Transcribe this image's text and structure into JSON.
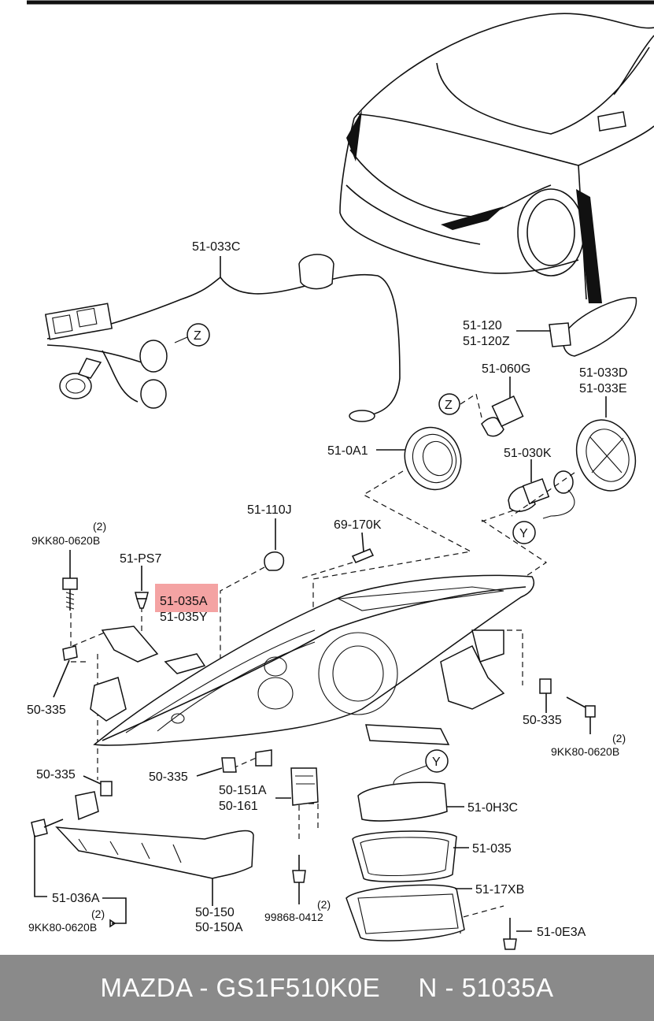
{
  "labels": {
    "harness": "51-033C",
    "callout_z_top": "Z",
    "side_lamp_1": "51-120",
    "side_lamp_2": "51-120Z",
    "bulb_060g": "51-060G",
    "socket_d": "51-033D",
    "socket_e": "51-033E",
    "callout_z_mid": "Z",
    "cap_0a1": "51-0A1",
    "bulb_030k": "51-030K",
    "callout_y_mid": "Y",
    "bulb_110j": "51-110J",
    "bulb_170k": "69-170K",
    "qty_left_top": "(2)",
    "bolt_left_top": "9KK80-0620B",
    "clip_ps7": "51-PS7",
    "headlamp_a": "51-035A",
    "headlamp_y": "51-035Y",
    "nut_left": "50-335",
    "nut_right": "50-335",
    "qty_right": "(2)",
    "bolt_right": "9KK80-0620B",
    "nut_bottom_left": "50-335",
    "nut_bottom_mid": "50-335",
    "callout_y_bottom": "Y",
    "bracket_151a": "50-151A",
    "bracket_161": "50-161",
    "cover_0h3c": "51-0H3C",
    "gasket_035": "51-035",
    "unit_17xb": "51-17XB",
    "screw_0e3a": "51-0E3A",
    "bracket_036a": "51-036A",
    "qty_bottom_left": "(2)",
    "bolt_bottom_left": "9KK80-0620B",
    "panel_150": "50-150",
    "panel_150a": "50-150A",
    "qty_bottom_mid": "(2)",
    "screw_99868": "99868-0412"
  },
  "footer": {
    "brand_part": "MAZDA - GS1F510K0E",
    "ref_part": "N - 51035A"
  },
  "colors": {
    "highlight": "#f4a3a3",
    "footer_bg": "#8a8a8a"
  }
}
